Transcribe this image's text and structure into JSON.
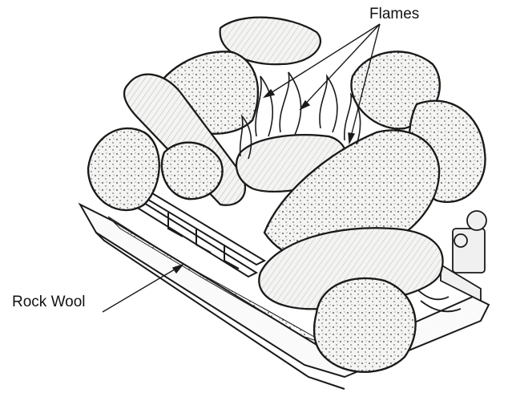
{
  "labels": {
    "flames": "Flames",
    "rock_wool": "Rock Wool"
  },
  "colors": {
    "ink": "#1a1a1a",
    "rock_fill": "#f4f4f2",
    "background": "#ffffff"
  },
  "components": [
    "logs",
    "burner-tubes",
    "gas-valve",
    "base-tray",
    "rock-wool",
    "flames"
  ]
}
